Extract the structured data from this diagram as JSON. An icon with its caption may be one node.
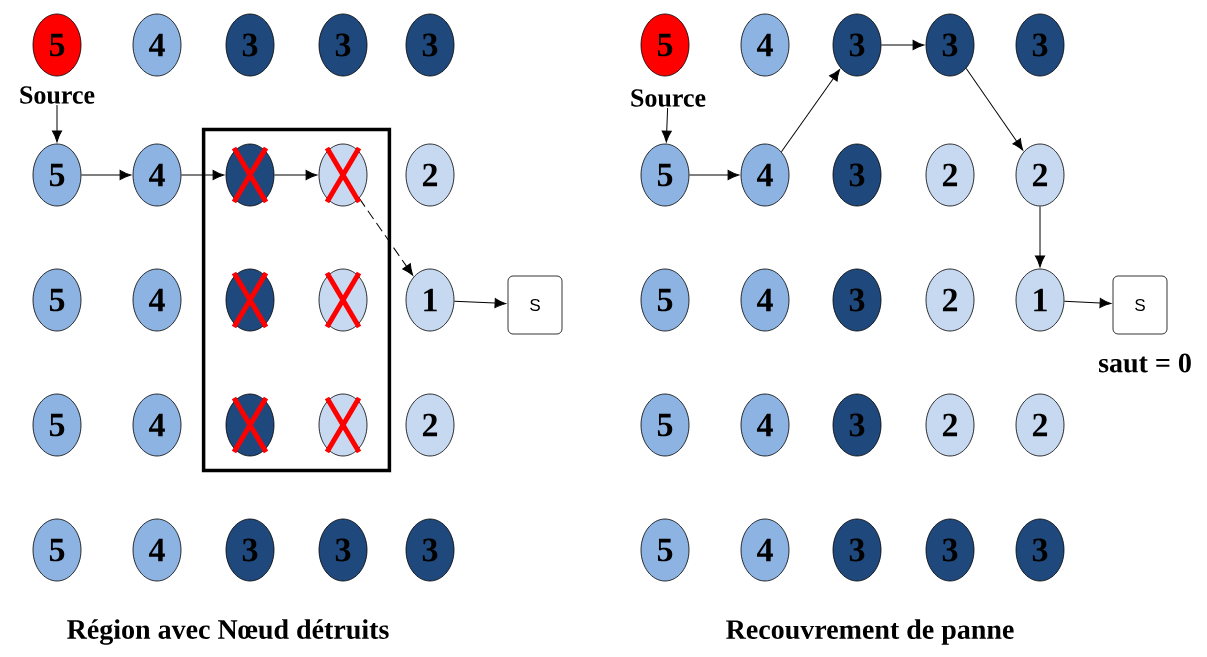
{
  "diagram": {
    "nodes": [
      {
        "text": [],
        "shape": "box"
      },
      {
        "text": [
          "5"
        ]
      },
      {
        "text": [
          "4"
        ]
      },
      {
        "text": [
          "3"
        ]
      },
      {
        "text": [
          "3"
        ]
      },
      {
        "text": [
          "3"
        ]
      },
      {
        "text": [
          "Source"
        ]
      },
      {
        "text": [
          "5"
        ]
      },
      {
        "text": [
          "4"
        ]
      },
      {
        "text": [],
        "shape": "circle",
        "in": 0
      },
      {
        "text": [],
        "shape": "circle",
        "in": 0
      },
      {
        "text": [
          "2"
        ]
      },
      {
        "text": [
          "5"
        ]
      },
      {
        "text": [
          "4"
        ]
      },
      {
        "text": [],
        "shape": "circle",
        "in": 0
      },
      {
        "text": [],
        "shape": "circle",
        "in": 0
      },
      {
        "text": [
          "1"
        ]
      },
      {
        "text": [
          "S"
        ]
      },
      {
        "text": [
          "5"
        ]
      },
      {
        "text": [
          "4"
        ]
      },
      {
        "text": [],
        "shape": "circle",
        "in": 0
      },
      {
        "text": [],
        "shape": "circle",
        "in": 0
      },
      {
        "text": [
          "2"
        ]
      },
      {
        "text": [
          "5"
        ]
      },
      {
        "text": [
          "4"
        ]
      },
      {
        "text": [
          "3"
        ]
      },
      {
        "text": [
          "3"
        ]
      },
      {
        "text": [
          "3"
        ]
      },
      {
        "text": [
          "5"
        ]
      },
      {
        "text": [
          "4"
        ]
      },
      {
        "text": [
          "3"
        ]
      },
      {
        "text": [
          "3"
        ]
      },
      {
        "text": [
          "3"
        ]
      },
      {
        "text": [
          "Source"
        ]
      },
      {
        "text": [
          "5"
        ]
      },
      {
        "text": [
          "4"
        ]
      },
      {
        "text": [
          "3"
        ]
      },
      {
        "text": [
          "2"
        ]
      },
      {
        "text": [
          "2"
        ]
      },
      {
        "text": [
          "5"
        ]
      },
      {
        "text": [
          "4"
        ]
      },
      {
        "text": [
          "3"
        ]
      },
      {
        "text": [
          "2"
        ]
      },
      {
        "text": [
          "1"
        ]
      },
      {
        "text": [
          "S"
        ],
        "beside": [
          "saut = 0"
        ]
      },
      {
        "text": [
          "5"
        ]
      },
      {
        "text": [
          "4"
        ]
      },
      {
        "text": [
          "3"
        ]
      },
      {
        "text": [
          "2"
        ]
      },
      {
        "text": [
          "2"
        ]
      },
      {
        "text": [
          "5"
        ]
      },
      {
        "text": [
          "4"
        ]
      },
      {
        "text": [
          "3"
        ]
      },
      {
        "text": [
          "3"
        ]
      },
      {
        "text": [
          "3"
        ]
      }
    ],
    "edges": [
      {
        "from": 6,
        "to": 7,
        "arrow": "to"
      },
      {
        "from": 7,
        "to": 8,
        "arrow": "to"
      },
      {
        "from": 8,
        "to": 9,
        "arrow": "to"
      },
      {
        "from": 9,
        "to": 10,
        "arrow": "to"
      },
      {
        "from": 10,
        "to": 16,
        "arrow": "to",
        "style": "dashed"
      },
      {
        "from": 16,
        "to": 17,
        "arrow": "to"
      },
      {
        "from": 33,
        "to": 34,
        "arrow": "to"
      },
      {
        "from": 34,
        "to": 35,
        "arrow": "to"
      },
      {
        "from": 35,
        "to": 30,
        "arrow": "to"
      },
      {
        "from": 30,
        "to": 31,
        "arrow": "to"
      },
      {
        "from": 31,
        "to": 38,
        "arrow": "to"
      },
      {
        "from": 38,
        "to": 43,
        "arrow": "to"
      },
      {
        "from": 43,
        "to": 44,
        "arrow": "to"
      }
    ],
    "labels": [
      "Région avec Nœud détruits",
      "Recouvrement de panne"
    ]
  }
}
